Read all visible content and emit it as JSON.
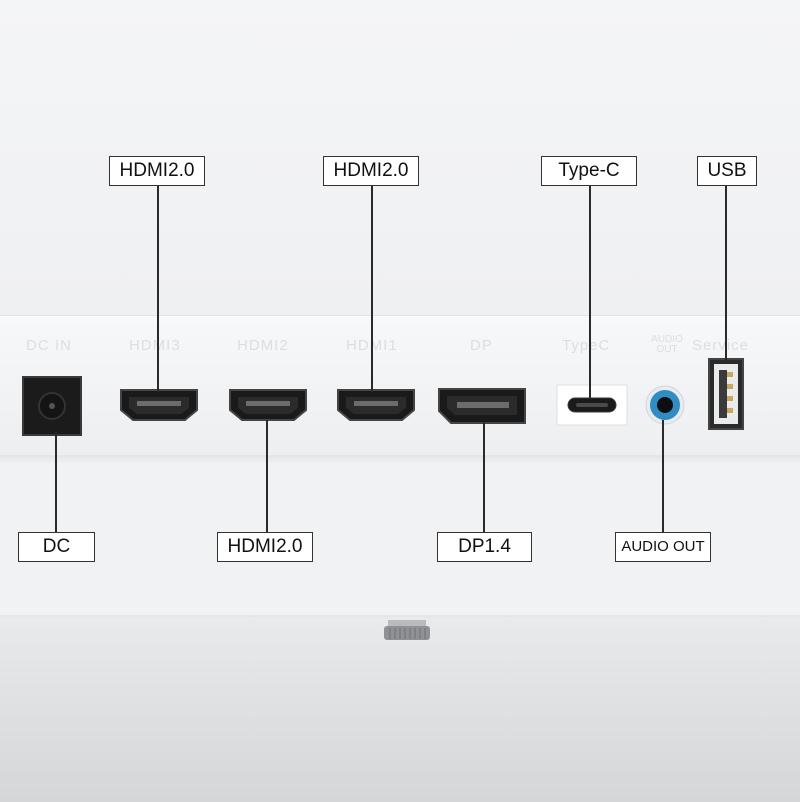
{
  "callouts_top": [
    {
      "text": "HDMI2.0"
    },
    {
      "text": "HDMI2.0"
    },
    {
      "text": "Type-C"
    },
    {
      "text": "USB"
    }
  ],
  "callouts_bottom": [
    {
      "text": "DC"
    },
    {
      "text": "HDMI2.0"
    },
    {
      "text": "DP1.4"
    },
    {
      "text": "AUDIO OUT"
    }
  ],
  "panel_silkscreen": {
    "dc_in": "DC  IN",
    "hdmi3": "HDMI3",
    "hdmi2": "HDMI2",
    "hdmi1": "HDMI1",
    "dp": "DP",
    "typec": "TypeC",
    "audio_line1": "AUDIO",
    "audio_line2": "OUT",
    "service": "Service"
  },
  "colors": {
    "panel": "#f4f5f7",
    "label_border": "#333333",
    "audio_jack": "#2c8ec4"
  }
}
